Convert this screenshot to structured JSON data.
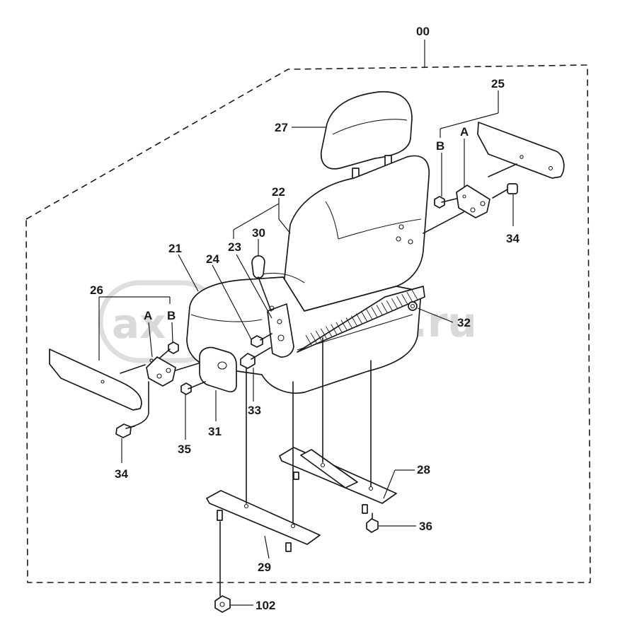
{
  "labels": {
    "assembly": "00",
    "seat_back": "22",
    "cushion": "21",
    "headrest": "27",
    "lever": "30",
    "hinge": "23",
    "bracket": "24",
    "armrest_right": "25",
    "armrest_left": "26",
    "bolt_b_right": "B",
    "mark_a_right": "A",
    "bolt_b_left": "B",
    "mark_a_left": "A",
    "knob_right": "34",
    "knob_left": "34",
    "nut_32": "32",
    "bolt_33": "33",
    "cap_31": "31",
    "screw_35": "35",
    "rail_right": "28",
    "rail_left": "29",
    "nut_36": "36",
    "nut_102": "102"
  },
  "watermark": {
    "text": "autopiter.ru",
    "icon": "ax-logo"
  },
  "colors": {
    "line": "#1a1a1a",
    "watermark": "#d9d9d9",
    "background": "#ffffff"
  }
}
